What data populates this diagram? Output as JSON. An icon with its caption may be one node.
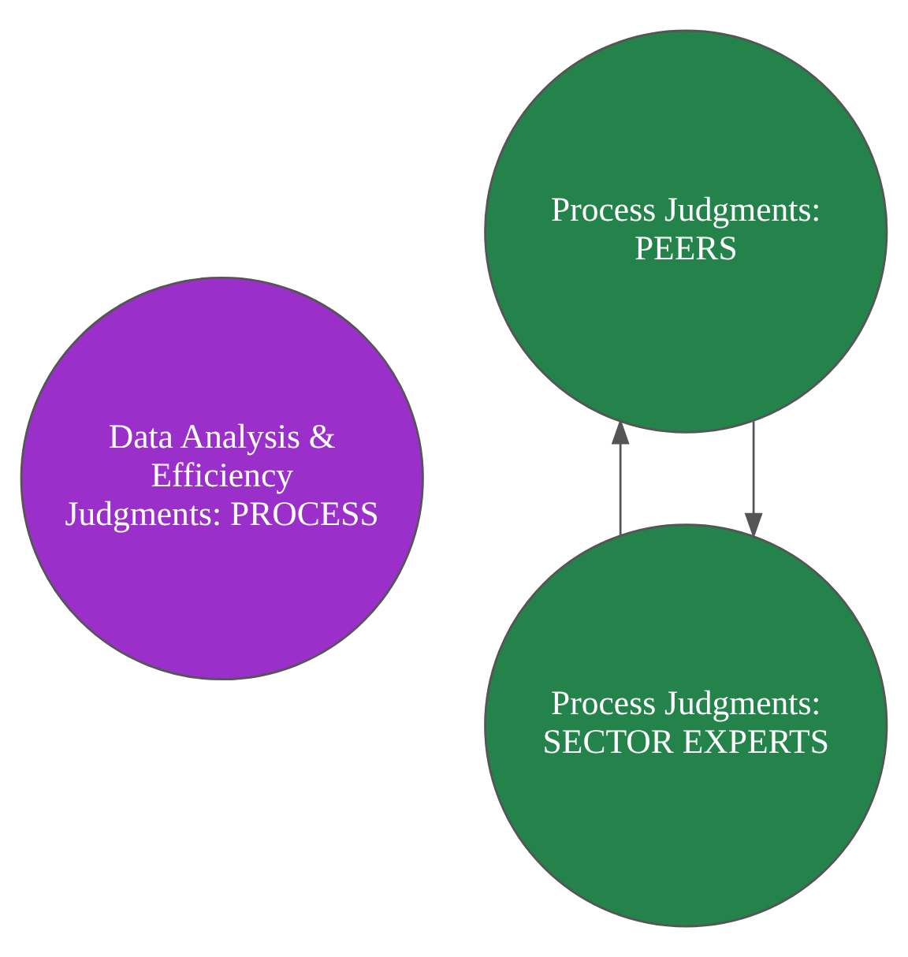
{
  "diagram": {
    "nodes": [
      {
        "text": [
          "Data Analysis & Efficiency Judgments: PROCESS"
        ]
      },
      {
        "text": [
          "Process Judgments: SECTOR EXPERTS"
        ]
      },
      {
        "text": [
          "Process Judgments: PEERS"
        ]
      }
    ],
    "edges": [
      {
        "from": 2,
        "to": 1,
        "arrow": "to"
      },
      {
        "from": 1,
        "to": 2,
        "arrow": "to"
      }
    ]
  }
}
